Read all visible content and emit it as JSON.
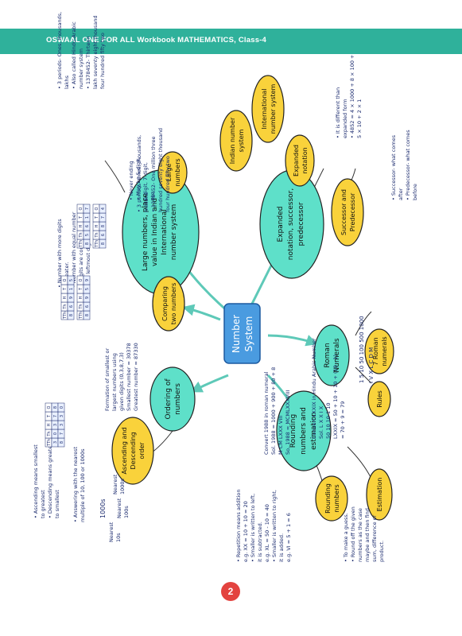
{
  "header": {
    "title": "OSWAAL ONE FOR ALL Workbook MATHEMATICS, Class-4"
  },
  "page_number": "2",
  "colors": {
    "header": "#2fb19b",
    "teal_node": "#5ee0c9",
    "yellow_node": "#f9d23b",
    "page_badge": "#e3433f"
  },
  "center": {
    "line1": "Number",
    "line2": "System"
  },
  "nodes": {
    "large_place_value": [
      "Large numbers, place",
      "value in Indian and",
      "International",
      "number system"
    ],
    "expanded_succ": [
      "Expanded",
      "notation, successor,",
      "predecessor"
    ],
    "roman": [
      "Roman",
      "Numerals"
    ],
    "rounding": [
      "Rounding",
      "numbers and",
      "estimation"
    ],
    "ordering": [
      "Ordering of",
      "numbers"
    ],
    "comparing": [
      "Comparing",
      "two numbers"
    ],
    "large_numbers": [
      "Large",
      "numbers"
    ],
    "indian": [
      "Indian number",
      "system"
    ],
    "international": [
      "International",
      "number system"
    ],
    "expanded": [
      "Expanded",
      "notation"
    ],
    "succ_pred": [
      "Successor and",
      "Predecessor"
    ],
    "ascending": [
      "Ascending and",
      "Descending",
      "order"
    ],
    "rounding_numbers": [
      "Rounding",
      "numbers"
    ],
    "estimation": [
      "Estimation"
    ],
    "rules": [
      "Rules"
    ],
    "seven_roman": [
      "7 Roman",
      "numerals"
    ]
  },
  "notes": {
    "indian": [
      "• 3 periods- Ones, thousands,",
      "  lakhs",
      "• Also called Hindu-Arabic",
      "  number system",
      "• 1378452- Thirteen",
      "  lakh seventy eight thousand",
      "  four hundred fifty two"
    ],
    "international": [
      "• 3 periods- Ones, thousands,",
      "  millions",
      "• 1378452- One million three",
      "  hundred seventy eight thousand",
      "  four hundred fifty two"
    ],
    "large_numbers": [
      "• Never ending",
      "• May be 5-digit,",
      "  6-digit, 7-digit,",
      "  etc."
    ],
    "comparing": [
      "• Number with more digits",
      "  is greater.",
      "• Number with equal number",
      "  of digits are compared",
      "  from leftmost digit"
    ],
    "expanded": [
      "• It is different than",
      "  expanded form",
      "• 4852 = 4 × 1000 + 8 × 100 +",
      "  5 × 10 + 2 × 1"
    ],
    "succ_pred": [
      "• Successor- what comes",
      "  after",
      "• Predecessor- what comes",
      "  before"
    ],
    "ordering": [
      "Formation of smallest or",
      "largest numbers using",
      "given digits (0,3,8,7,3)",
      "Smallest number = 30378",
      "Greatest number = 87330"
    ],
    "ascending": [
      "• Ascending means smallest",
      "  to greatest",
      "• Descending means greatest",
      "  to smallest"
    ],
    "rounding": [
      "• Answering with the nearest",
      "  multiple of 10, 100 or 1000s"
    ],
    "nearest": {
      "center": "1000s",
      "left": "Nearest",
      "left2": "10s",
      "mid": "Nearest",
      "mid2": "100s",
      "right": "Nearest",
      "right2": "1000s"
    },
    "estimation": [
      "• To make a guess.",
      "• Round off the given",
      "  numbers as the case",
      "  maybe and then find",
      "  sum, difference or",
      "  product."
    ],
    "rules": [
      "• Repetition means addition",
      "  e.g. XX = 10 + 10 = 20",
      "• Smaller is written to left,",
      "  it is subtracted.",
      "  e.g. XL = 50 - 10 = 40",
      "• Smaller is written to right,",
      "  it is added.",
      "  e.g. VI = 5 + 1 = 6"
    ],
    "roman_symbols": {
      "values": "1   5   10  50 100 500 1000",
      "letters": "I    V    X    L    C    D    M"
    },
    "convert_to_roman": [
      "Convert 1988 in roman numeral",
      "Sol. 1988 = 1000 + 900 + 80 + 8",
      "                  M       CM    LXXX   VIII",
      "So, 1988 = MCMLXXXVIII"
    ],
    "convert_to_hindu": [
      "Convert LXXIX in Hindu Arabic Number",
      "Sol.   L    X    X    I    X",
      "        50   10   10   1   10",
      "LXXIX = 50 + 10 + 10 + (10 - 1)",
      "           = 70 + 9 = 79"
    ]
  },
  "tables": {
    "headers_4": [
      "TTh",
      "Th",
      "H",
      "T",
      "O"
    ],
    "ordering_rows": [
      [
        "3",
        "0",
        "3",
        "7",
        "8"
      ],
      [
        "8",
        "7",
        "3",
        "3",
        "0"
      ]
    ],
    "headers_6": [
      "TTh",
      "Th",
      "H",
      "T",
      "O"
    ],
    "compare_a": [
      [
        "8",
        "5",
        "6",
        "1",
        "7"
      ]
    ],
    "compare_b": [
      [
        "8",
        "6",
        "8",
        "7",
        "4"
      ]
    ],
    "compare_c": [
      [
        "8",
        "6",
        "9",
        "1",
        "5"
      ]
    ],
    "compare_d": [
      [
        "8",
        "6",
        "9",
        "5",
        "9"
      ]
    ]
  }
}
